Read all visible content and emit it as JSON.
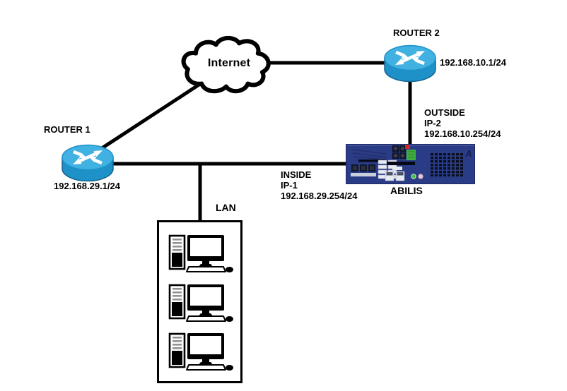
{
  "diagram": {
    "internet": {
      "label": "Internet"
    },
    "router2": {
      "name": "ROUTER 2",
      "ip": "192.168.10.1/24"
    },
    "router1": {
      "name": "ROUTER 1",
      "ip": "192.168.29.1/24"
    },
    "abilis": {
      "label": "ABILIS",
      "badge": "A"
    },
    "outside_interface": {
      "name": "OUTSIDE",
      "port": "IP-2",
      "ip": "192.168.10.254/24"
    },
    "inside_interface": {
      "name": "INSIDE",
      "port": "IP-1",
      "ip": "192.168.29.254/24"
    },
    "lan": {
      "label": "LAN"
    }
  },
  "colors": {
    "line": "#000000",
    "router_top": "#41b1e1",
    "router_body": "#1e92c8",
    "abilis_body": "#2b3c86",
    "abilis_badge": "#131f52",
    "port_green": "#3fae3f",
    "port_red": "#cc2a2a"
  }
}
